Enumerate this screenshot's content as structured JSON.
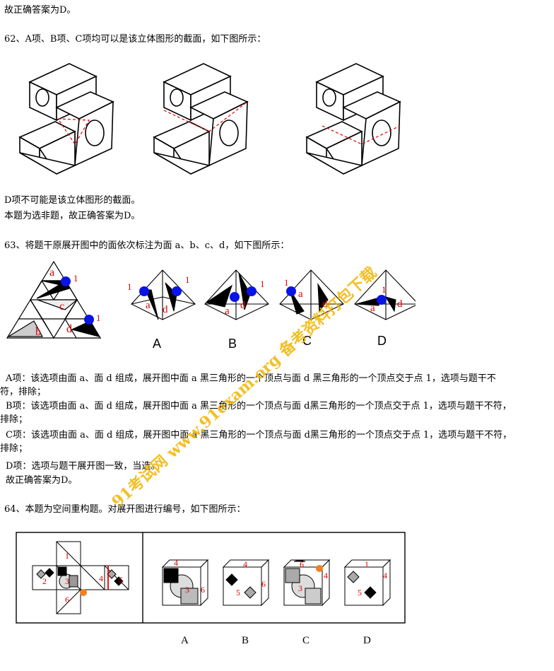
{
  "lines": {
    "l0": "故正确答案为D。",
    "q62": "62、A项、B项、C项均可以是该立体图形的截面，如下图所示：",
    "q62_d": "D项不可能是该立体图形的截面。",
    "q62_ans": "本题为选非题，故正确答案为D。",
    "q63": "63、将题干原展开图中的面依次标注为面 a、b、c、d，如下图所示：",
    "q63_a1": "A项：该选项由面 a、面 d 组成，展开图中面 a 黑三角形的一个顶点与面 d 黑三角形的一个顶点交于点 1，选项与题干不",
    "q63_a2": "符，排除；",
    "q63_b": "B项：该选项由面 a、面 d 组成，展开图中面 a 黑三角形的一个顶点与面 d黑三角形的一个顶点交于点 1，选项与题干不符，",
    "q63_c1": "C项：该选项由面 a、面 d 组成，展开图中面 a 黑三角形的一个顶点与面 d黑三角形的一个顶点交于点 1，选项与题干不符，",
    "q63_c2": "排除；",
    "q63_b2": "排除；",
    "q63_d": "D项：选项与题干展开图一致，当选。",
    "q63_ans": "故正确答案为D。",
    "q64": "64、本题为空间重构题。对展开图进行编号，如下图所示："
  },
  "fig63_labels": [
    "A",
    "B",
    "C",
    "D"
  ],
  "fig64_labels": [
    "A",
    "B",
    "C",
    "D"
  ],
  "face_labels": {
    "a": "a",
    "b": "b",
    "c": "c",
    "d": "d",
    "one": "1"
  },
  "cube_numbers": [
    "1",
    "2",
    "3",
    "4",
    "5",
    "6"
  ],
  "watermark": {
    "text1": "91考试网 www.91exam.org 备考资料打包下载",
    "color": "#f0b500"
  },
  "colors": {
    "dot": "#0a14e6",
    "red": "#e00000",
    "orange": "#f08020"
  }
}
